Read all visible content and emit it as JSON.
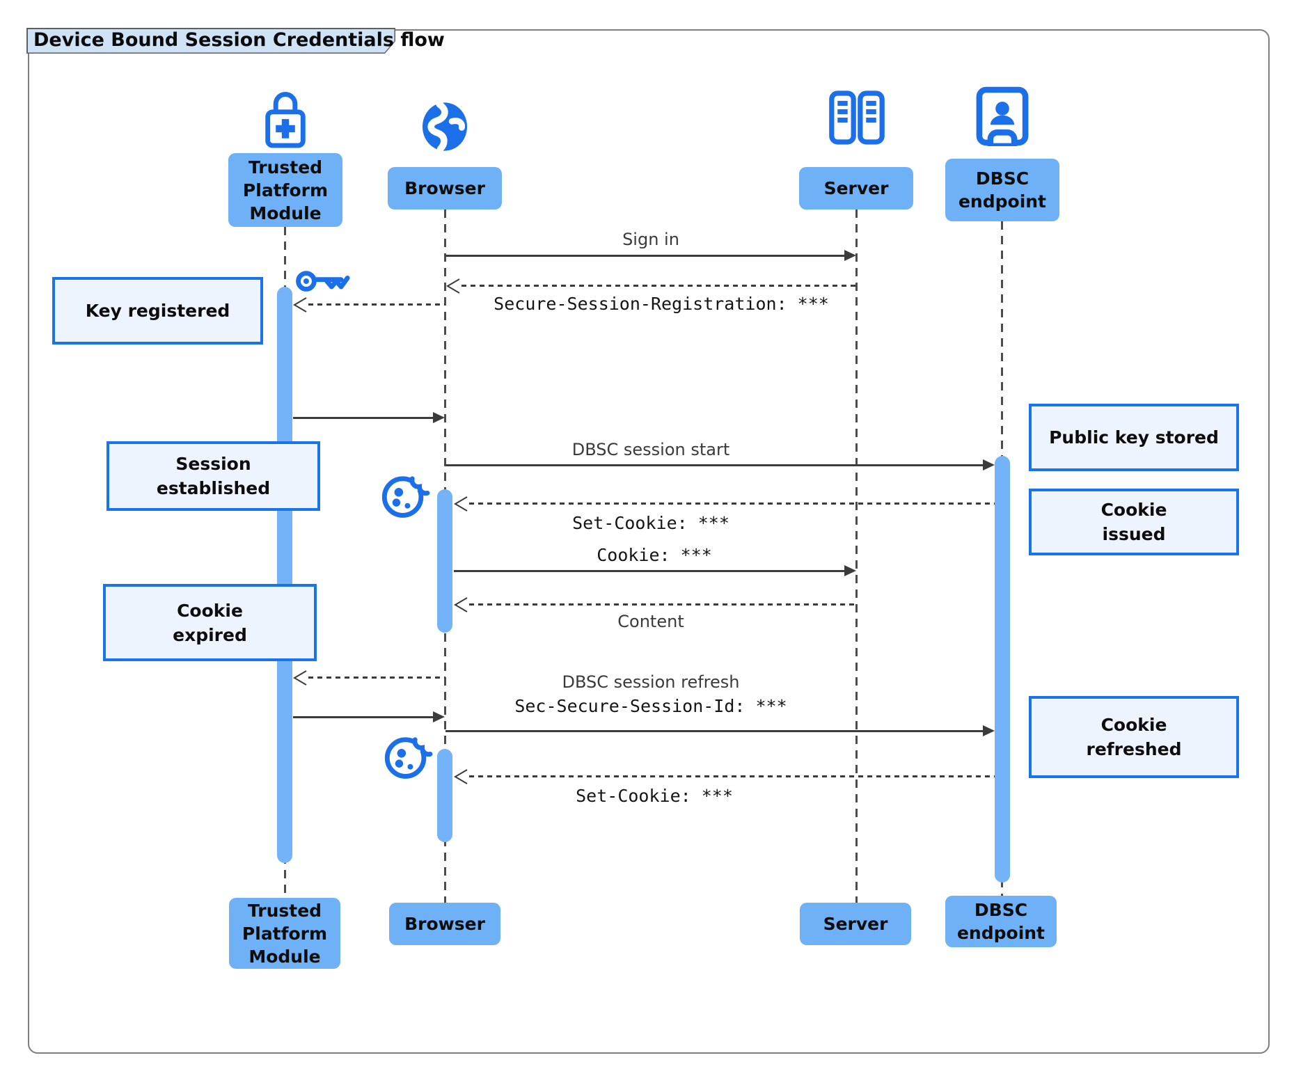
{
  "title": "Device Bound Session Credentials flow",
  "actors": {
    "tpm": {
      "label": "Trusted\nPlatform\nModule",
      "icon": "lock-plus-icon"
    },
    "browser": {
      "label": "Browser",
      "icon": "globe-icon"
    },
    "server": {
      "label": "Server",
      "icon": "server-rack-icon"
    },
    "dbsc": {
      "label": "DBSC\nendpoint",
      "icon": "id-badge-icon"
    }
  },
  "notes": {
    "key_registered": "Key registered",
    "session_established": "Session\nestablished",
    "cookie_expired": "Cookie\nexpired",
    "public_key_stored": "Public key stored",
    "cookie_issued": "Cookie\nissued",
    "cookie_refreshed": "Cookie\nrefreshed"
  },
  "messages": {
    "sign_in": "Sign in",
    "secure_session_registration": "Secure-Session-Registration: ***",
    "dbsc_session_start": "DBSC session start",
    "set_cookie_1": "Set-Cookie: ***",
    "cookie": "Cookie: ***",
    "content": "Content",
    "dbsc_session_refresh": "DBSC session refresh",
    "sec_secure_session_id": "Sec-Secure-Session-Id: ***",
    "set_cookie_2": "Set-Cookie: ***"
  },
  "standalone_icons": {
    "key": "key-icon",
    "cookie_1": "cookie-icon",
    "cookie_2": "cookie-icon"
  },
  "colors": {
    "actor_fill": "#6fb1f6",
    "activation_fill": "#74b3f7",
    "note_fill": "#eef4fd",
    "note_border": "#1874e8",
    "icon_blue": "#1b6fe8",
    "title_fill": "#cfe2f6",
    "arrow": "#3b3b3b",
    "lifeline": "#4c4c4c"
  }
}
